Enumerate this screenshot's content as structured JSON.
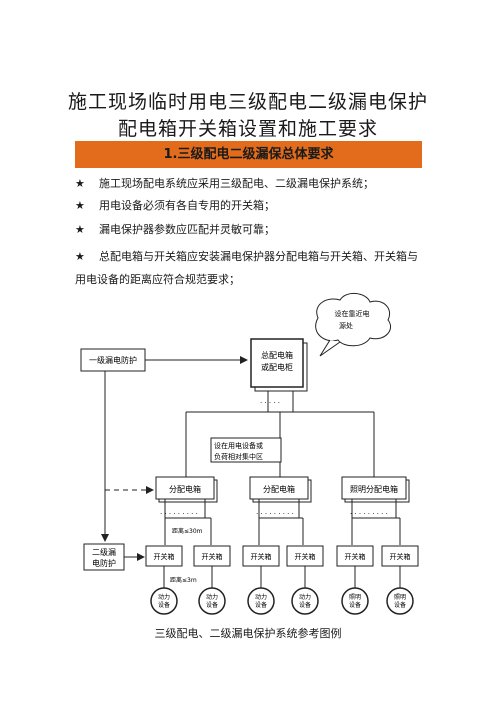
{
  "title": {
    "line1": "施工现场临时用电三级配电二级漏电保护",
    "line2": "配电箱开关箱设置和施工要求"
  },
  "section_heading": "1.三级配电二级漏保总体要求",
  "bullet_symbol": "★",
  "bullets": [
    "施工现场配电系统应采用三级配电、二级漏电保护系统；",
    "用电设备必须有各自专用的开关箱；",
    "漏电保护器参数应匹配并灵敏可靠；",
    "总配电箱与开关箱应安装漏电保护器分配电箱与开关箱、开关箱与",
    "用电设备的距离应符合规范要求；"
  ],
  "diagram": {
    "cloud_line1": "设在靠近电",
    "cloud_line2": "源处",
    "main_box_line1": "总配电箱",
    "main_box_line2": "或配电柜",
    "level1_protection": "一级漏电防护",
    "note_line1": "设在用电设备或",
    "note_line2": "负荷相对集中区",
    "sub_box_1": "分配电箱",
    "sub_box_2": "分配电箱",
    "sub_box_3": "照明分配电箱",
    "level2_line1": "二级漏",
    "level2_line2": "电防护",
    "distance_1": "距离≤30m",
    "distance_2": "距离≤3m",
    "switch_box": "开关箱",
    "power_equipment_line1": "动力",
    "power_equipment_line2": "设备",
    "lighting_equipment_line1": "照明",
    "lighting_equipment_line2": "设备"
  },
  "caption": "三级配电、二级漏电保护系统参考图例"
}
